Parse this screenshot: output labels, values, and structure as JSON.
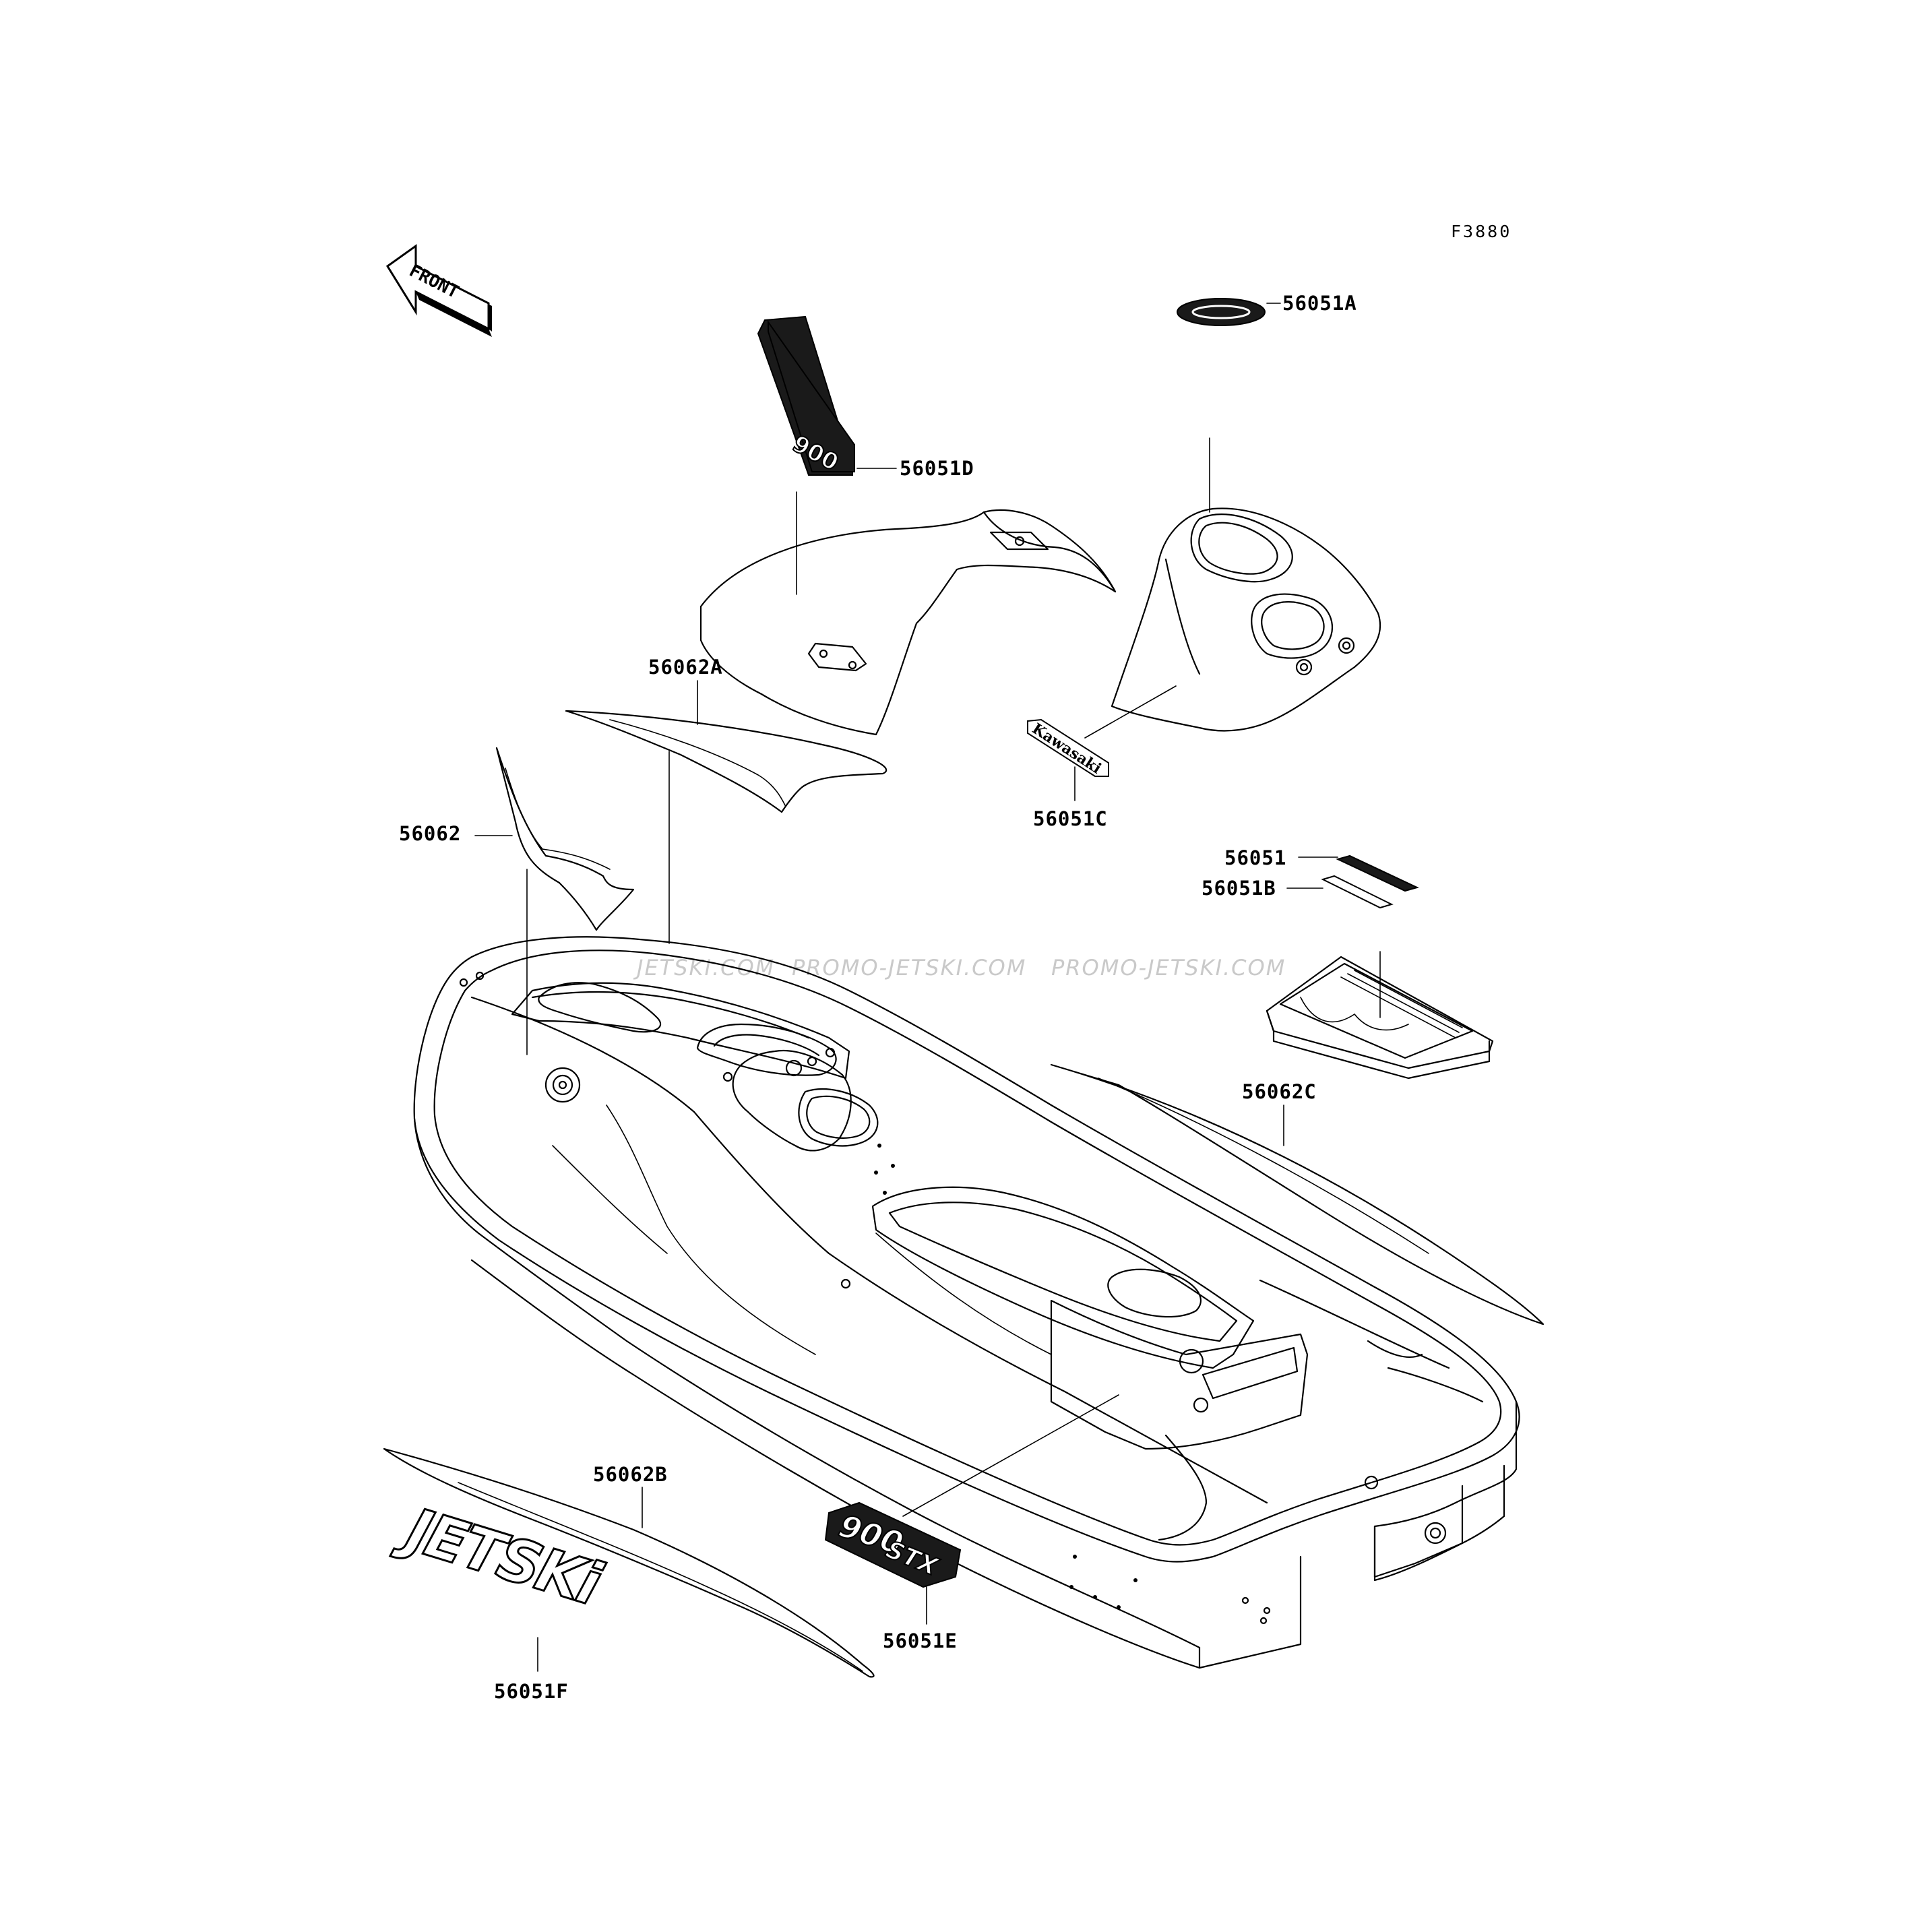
{
  "figure_code": "F3880",
  "front_arrow_label": "FRONT",
  "watermark": {
    "segments": [
      "JETSKI.COM",
      "PROMO-JETSKI.COM",
      "PROMO-JETSKI.COM"
    ]
  },
  "decal_text": {
    "kawasaki": "Kawasaki",
    "model_900": "900",
    "model_stx": "STX",
    "jetski": "JETSKi"
  },
  "parts": [
    {
      "part_no": "56051A"
    },
    {
      "part_no": "56051D"
    },
    {
      "part_no": "56062A"
    },
    {
      "part_no": "56062"
    },
    {
      "part_no": "56051C"
    },
    {
      "part_no": "56051"
    },
    {
      "part_no": "56051B"
    },
    {
      "part_no": "56062C"
    },
    {
      "part_no": "56062B"
    },
    {
      "part_no": "56051E"
    },
    {
      "part_no": "56051F"
    }
  ]
}
